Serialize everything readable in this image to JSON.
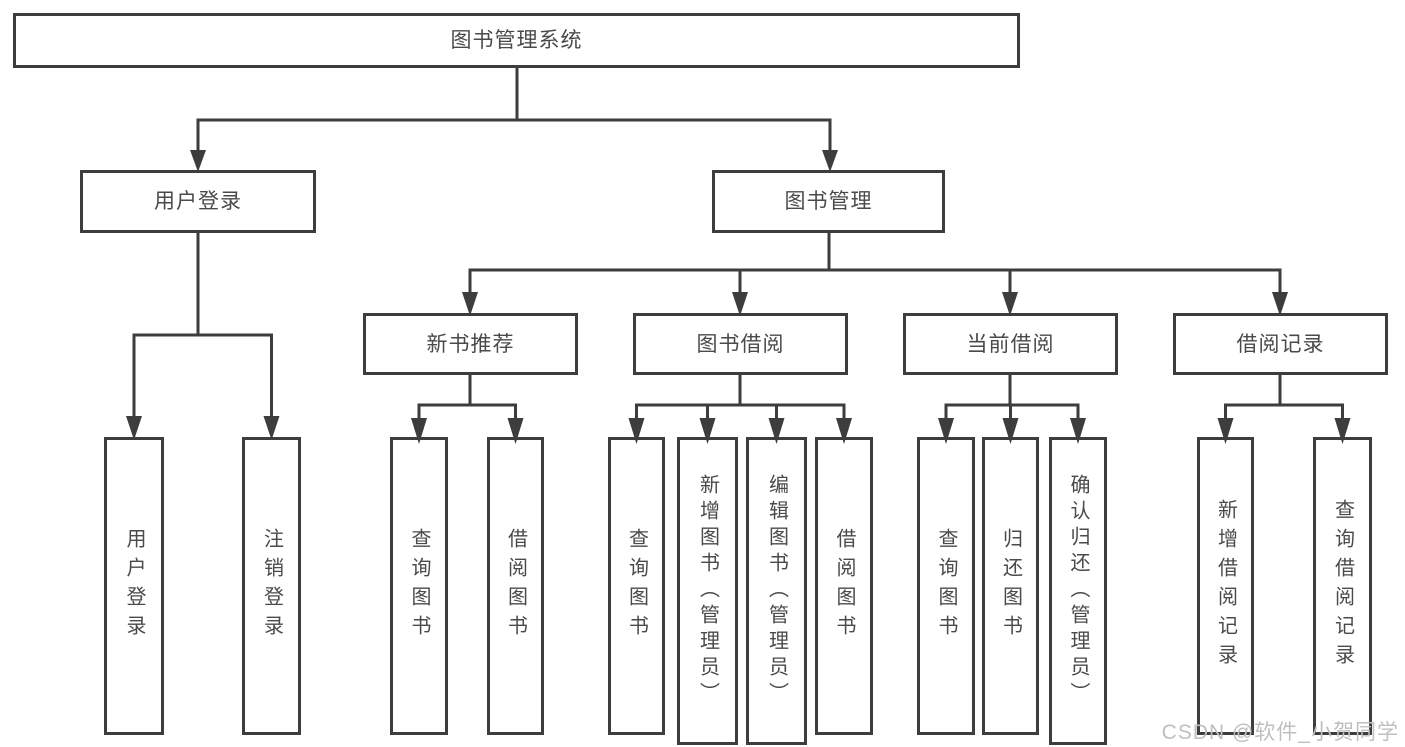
{
  "diagram": {
    "root": {
      "label": "图书管理系统"
    },
    "level2": [
      {
        "label": "用户登录",
        "parent": "图书管理系统"
      },
      {
        "label": "图书管理",
        "parent": "图书管理系统"
      }
    ],
    "level3": [
      {
        "label": "新书推荐",
        "parent": "图书管理"
      },
      {
        "label": "图书借阅",
        "parent": "图书管理"
      },
      {
        "label": "当前借阅",
        "parent": "图书管理"
      },
      {
        "label": "借阅记录",
        "parent": "图书管理"
      }
    ],
    "leaves": [
      {
        "label": "用户登录",
        "parent": "用户登录"
      },
      {
        "label": "注销登录",
        "parent": "用户登录"
      },
      {
        "label": "查询图书",
        "parent": "新书推荐"
      },
      {
        "label": "借阅图书",
        "parent": "新书推荐"
      },
      {
        "label": "查询图书",
        "parent": "图书借阅"
      },
      {
        "label": "新增图书（管理员）",
        "parent": "图书借阅"
      },
      {
        "label": "编辑图书（管理员）",
        "parent": "图书借阅"
      },
      {
        "label": "借阅图书",
        "parent": "图书借阅"
      },
      {
        "label": "查询图书",
        "parent": "当前借阅"
      },
      {
        "label": "归还图书",
        "parent": "当前借阅"
      },
      {
        "label": "确认归还（管理员）",
        "parent": "当前借阅"
      },
      {
        "label": "新增借阅记录",
        "parent": "借阅记录"
      },
      {
        "label": "查询借阅记录",
        "parent": "借阅记录"
      }
    ],
    "watermark": "CSDN @软件_小贺同学",
    "colors": {
      "line": "#3d3d3d",
      "text": "#4a4a4a",
      "background": "#ffffff",
      "watermark": "#bfbfbf"
    }
  }
}
